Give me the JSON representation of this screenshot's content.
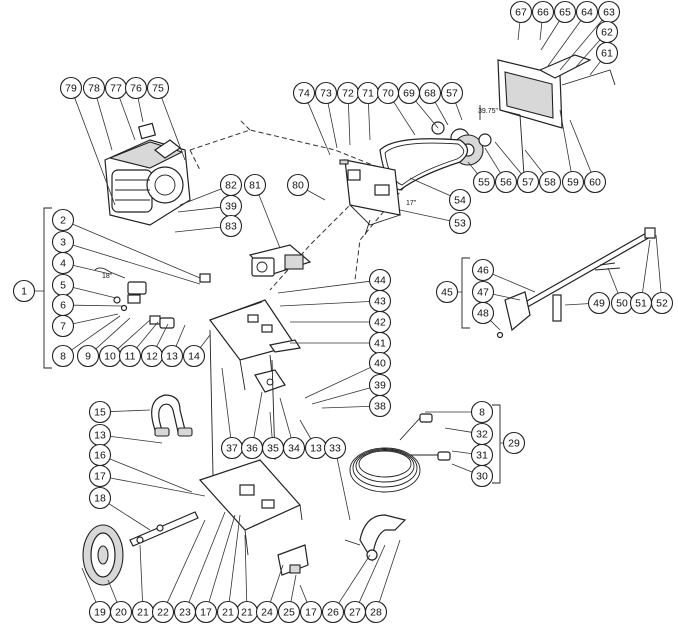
{
  "callouts": [
    "1",
    "2",
    "3",
    "4",
    "5",
    "6",
    "7",
    "8",
    "9",
    "10",
    "11",
    "12",
    "13",
    "14",
    "15",
    "16",
    "17",
    "18",
    "19",
    "20",
    "21",
    "22",
    "23",
    "24",
    "25",
    "26",
    "27",
    "28",
    "29",
    "30",
    "31",
    "32",
    "33",
    "34",
    "35",
    "36",
    "37",
    "38",
    "39",
    "40",
    "41",
    "42",
    "43",
    "44",
    "45",
    "46",
    "47",
    "48",
    "49",
    "50",
    "51",
    "52",
    "53",
    "54",
    "55",
    "56",
    "57",
    "58",
    "59",
    "60",
    "61",
    "62",
    "63",
    "64",
    "65",
    "66",
    "67",
    "68",
    "69",
    "70",
    "71",
    "72",
    "73",
    "74",
    "75",
    "76",
    "77",
    "78",
    "79",
    "80",
    "81",
    "82",
    "83"
  ],
  "callout_positions": [
    {
      "n": "67",
      "label": "67"
    },
    {
      "n": "66",
      "label": "66"
    },
    {
      "n": "65",
      "label": "65"
    },
    {
      "n": "64",
      "label": "64"
    },
    {
      "n": "63",
      "label": "63"
    },
    {
      "n": "62",
      "label": "62"
    },
    {
      "n": "61",
      "label": "61"
    },
    {
      "n": "79",
      "label": "79"
    },
    {
      "n": "78",
      "label": "78"
    },
    {
      "n": "77",
      "label": "77"
    },
    {
      "n": "76",
      "label": "76"
    },
    {
      "n": "75",
      "label": "75"
    },
    {
      "n": "74",
      "label": "74"
    },
    {
      "n": "73",
      "label": "73"
    },
    {
      "n": "72",
      "label": "72"
    },
    {
      "n": "71",
      "label": "71"
    },
    {
      "n": "70",
      "label": "70"
    },
    {
      "n": "69",
      "label": "69"
    },
    {
      "n": "68",
      "label": "68"
    },
    {
      "n": "57a",
      "label": "57"
    },
    {
      "n": "55",
      "label": "55"
    },
    {
      "n": "56",
      "label": "56"
    },
    {
      "n": "57b",
      "label": "57"
    },
    {
      "n": "58",
      "label": "58"
    },
    {
      "n": "59",
      "label": "59"
    },
    {
      "n": "60",
      "label": "60"
    },
    {
      "n": "82",
      "label": "82"
    },
    {
      "n": "81",
      "label": "81"
    },
    {
      "n": "80",
      "label": "80"
    },
    {
      "n": "39a",
      "label": "39"
    },
    {
      "n": "83",
      "label": "83"
    },
    {
      "n": "54",
      "label": "54"
    },
    {
      "n": "53",
      "label": "53"
    },
    {
      "n": "2",
      "label": "2"
    },
    {
      "n": "3",
      "label": "3"
    },
    {
      "n": "4",
      "label": "4"
    },
    {
      "n": "1",
      "label": "1"
    },
    {
      "n": "5",
      "label": "5"
    },
    {
      "n": "6",
      "label": "6"
    },
    {
      "n": "7",
      "label": "7"
    },
    {
      "n": "8a",
      "label": "8"
    },
    {
      "n": "9",
      "label": "9"
    },
    {
      "n": "10",
      "label": "10"
    },
    {
      "n": "11",
      "label": "11"
    },
    {
      "n": "12",
      "label": "12"
    },
    {
      "n": "13a",
      "label": "13"
    },
    {
      "n": "14",
      "label": "14"
    },
    {
      "n": "44",
      "label": "44"
    },
    {
      "n": "43",
      "label": "43"
    },
    {
      "n": "42",
      "label": "42"
    },
    {
      "n": "41",
      "label": "41"
    },
    {
      "n": "40",
      "label": "40"
    },
    {
      "n": "39b",
      "label": "39"
    },
    {
      "n": "38",
      "label": "38"
    },
    {
      "n": "46",
      "label": "46"
    },
    {
      "n": "45",
      "label": "45"
    },
    {
      "n": "47",
      "label": "47"
    },
    {
      "n": "48",
      "label": "48"
    },
    {
      "n": "49",
      "label": "49"
    },
    {
      "n": "50",
      "label": "50"
    },
    {
      "n": "51",
      "label": "51"
    },
    {
      "n": "52",
      "label": "52"
    },
    {
      "n": "15",
      "label": "15"
    },
    {
      "n": "13b",
      "label": "13"
    },
    {
      "n": "16",
      "label": "16"
    },
    {
      "n": "17a",
      "label": "17"
    },
    {
      "n": "18",
      "label": "18"
    },
    {
      "n": "37",
      "label": "37"
    },
    {
      "n": "36",
      "label": "36"
    },
    {
      "n": "35",
      "label": "35"
    },
    {
      "n": "34",
      "label": "34"
    },
    {
      "n": "13c",
      "label": "13"
    },
    {
      "n": "33",
      "label": "33"
    },
    {
      "n": "8b",
      "label": "8"
    },
    {
      "n": "32",
      "label": "32"
    },
    {
      "n": "29",
      "label": "29"
    },
    {
      "n": "31",
      "label": "31"
    },
    {
      "n": "30",
      "label": "30"
    },
    {
      "n": "19",
      "label": "19"
    },
    {
      "n": "20",
      "label": "20"
    },
    {
      "n": "21a",
      "label": "21"
    },
    {
      "n": "21b",
      "label": "21"
    },
    {
      "n": "22",
      "label": "22"
    },
    {
      "n": "23",
      "label": "23"
    },
    {
      "n": "17b",
      "label": "17"
    },
    {
      "n": "21c",
      "label": "21"
    },
    {
      "n": "24",
      "label": "24"
    },
    {
      "n": "25",
      "label": "25"
    },
    {
      "n": "17c",
      "label": "17"
    },
    {
      "n": "26",
      "label": "26"
    },
    {
      "n": "27",
      "label": "27"
    },
    {
      "n": "28",
      "label": "28"
    }
  ],
  "dimensions": {
    "belt_guard_width": "39.75\"",
    "belt_length": "17\"",
    "hose_length": "18\""
  }
}
